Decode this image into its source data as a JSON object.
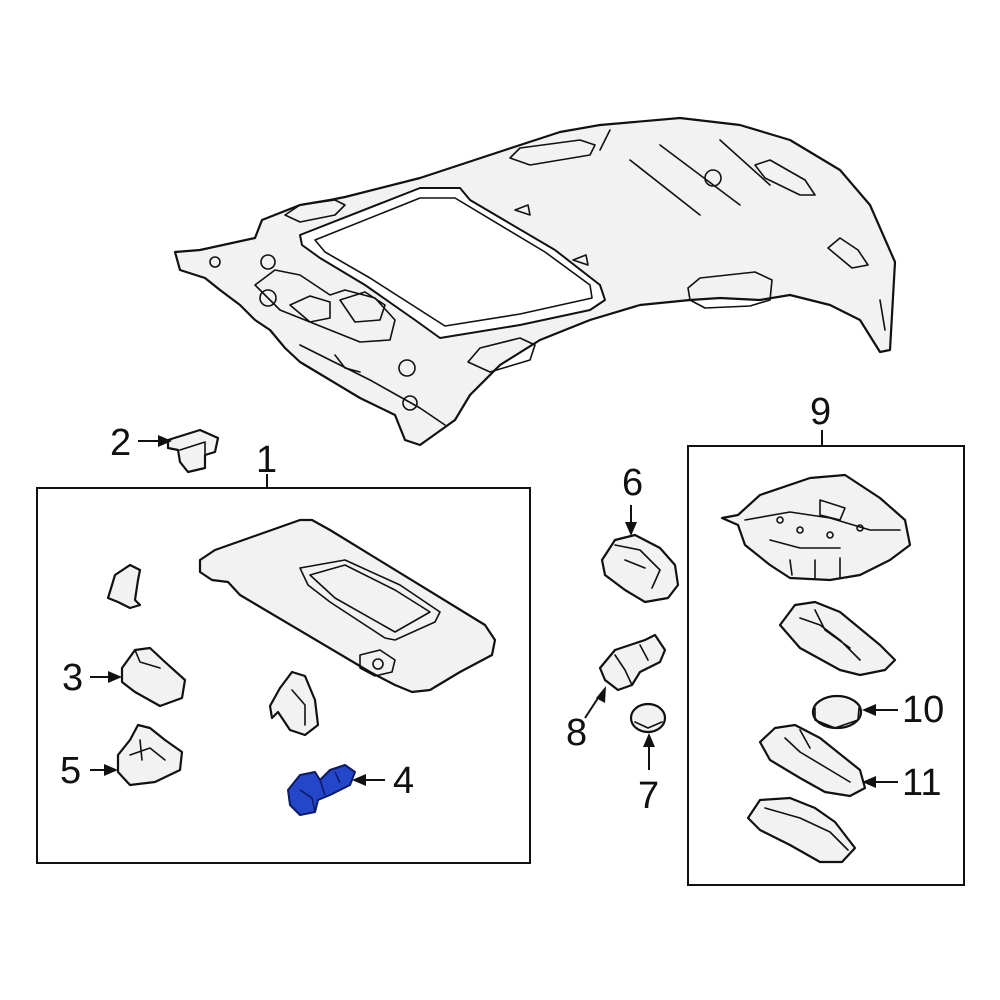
{
  "diagram": {
    "callouts": [
      {
        "id": "c1",
        "label": "1"
      },
      {
        "id": "c2",
        "label": "2"
      },
      {
        "id": "c3",
        "label": "3"
      },
      {
        "id": "c4",
        "label": "4"
      },
      {
        "id": "c5",
        "label": "5"
      },
      {
        "id": "c6",
        "label": "6"
      },
      {
        "id": "c7",
        "label": "7"
      },
      {
        "id": "c8",
        "label": "8"
      },
      {
        "id": "c9",
        "label": "9"
      },
      {
        "id": "c10",
        "label": "10"
      },
      {
        "id": "c11",
        "label": "11"
      }
    ],
    "highlight_color": "#2446c8",
    "highlighted_part": "4"
  }
}
